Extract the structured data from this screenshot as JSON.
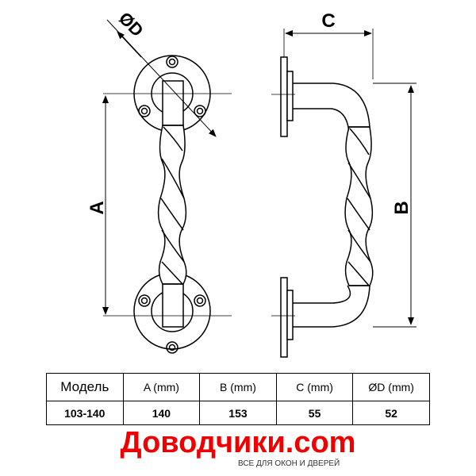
{
  "drawing": {
    "dimension_labels": {
      "a": "A",
      "b": "B",
      "c": "C",
      "d": "ØD"
    }
  },
  "spec_table": {
    "headers": [
      "Модель",
      "A (mm)",
      "B (mm)",
      "C (mm)",
      "ØD (mm)"
    ],
    "row": [
      "103-140",
      "140",
      "153",
      "55",
      "52"
    ]
  },
  "brand": {
    "name": "Доводчики.com",
    "tagline": "ВСЕ ДЛЯ ОКОН И ДВЕРЕЙ",
    "color": "#ee0000"
  }
}
